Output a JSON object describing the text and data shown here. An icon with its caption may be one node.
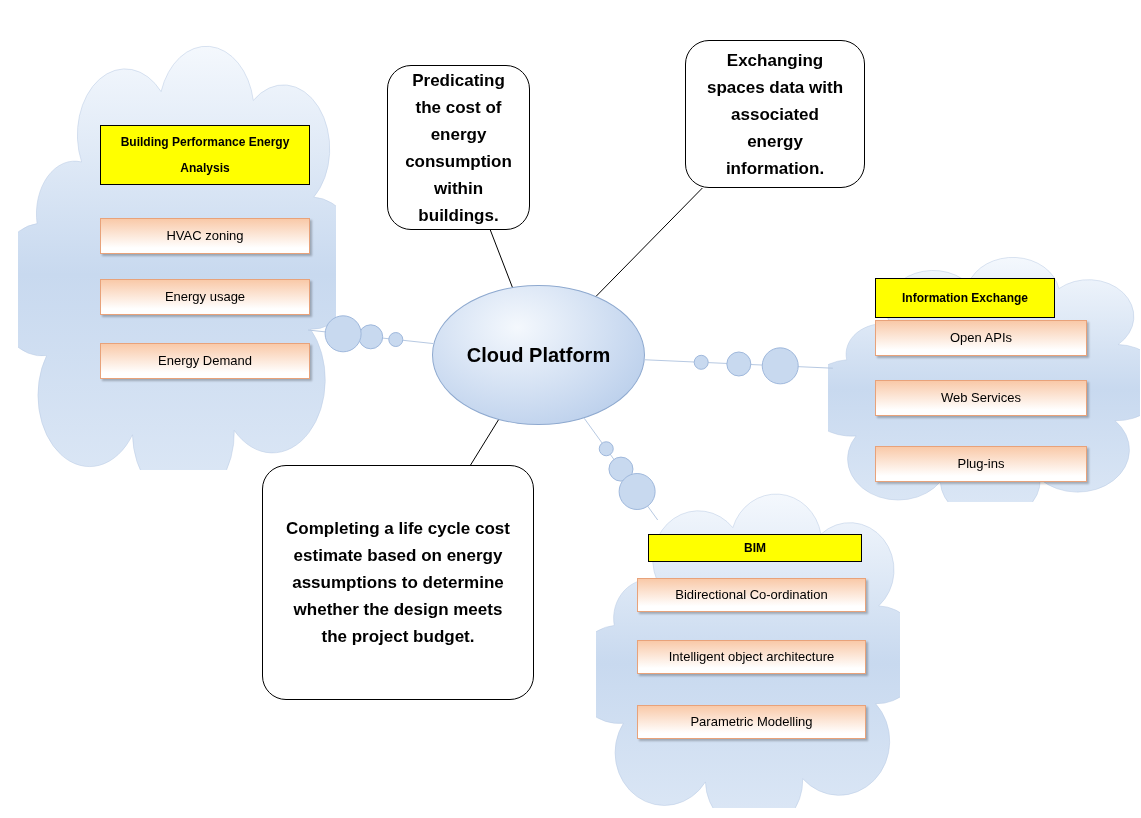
{
  "diagram": {
    "nodes": [
      {
        "text": [
          "Cloud Platform"
        ]
      },
      {
        "text": [],
        "shape": "cloud"
      },
      {
        "text": [
          "Building Performance Energy Analysis"
        ],
        "in": 1
      },
      {
        "text": [
          "HVAC zoning"
        ],
        "in": 1
      },
      {
        "text": [
          "Energy usage"
        ],
        "in": 1
      },
      {
        "text": [
          "Energy Demand"
        ],
        "in": 1
      },
      {
        "text": [],
        "shape": "cloud"
      },
      {
        "text": [
          "Information Exchange"
        ],
        "in": 6
      },
      {
        "text": [
          "Open APIs"
        ],
        "in": 6
      },
      {
        "text": [
          "Web Services"
        ],
        "in": 6
      },
      {
        "text": [
          "Plug-ins"
        ],
        "in": 6
      },
      {
        "text": [],
        "shape": "cloud"
      },
      {
        "text": [
          "BIM"
        ],
        "in": 11
      },
      {
        "text": [
          "Bidirectional Co-ordination"
        ],
        "in": 11
      },
      {
        "text": [
          "Intelligent object architecture"
        ],
        "in": 11
      },
      {
        "text": [
          "Parametric Modelling"
        ],
        "in": 11
      },
      {
        "text": [
          "Predicating the cost of energy consumption within buildings."
        ]
      },
      {
        "text": [
          "Exchanging spaces data with associated energy information."
        ]
      },
      {
        "text": [
          "Completing a life cycle cost estimate based on energy assumptions to determine whether the design meets the project budget."
        ]
      }
    ],
    "edges": [
      {
        "from": 0,
        "to": 1,
        "arrow": "none"
      },
      {
        "from": 0,
        "to": 6,
        "arrow": "none"
      },
      {
        "from": 0,
        "to": 11,
        "arrow": "none"
      },
      {
        "from": 16,
        "to": 0,
        "arrow": "none",
        "color": "#000000"
      },
      {
        "from": 17,
        "to": 0,
        "arrow": "none",
        "color": "#000000"
      },
      {
        "from": 18,
        "to": 0,
        "arrow": "none",
        "color": "#000000"
      }
    ]
  }
}
